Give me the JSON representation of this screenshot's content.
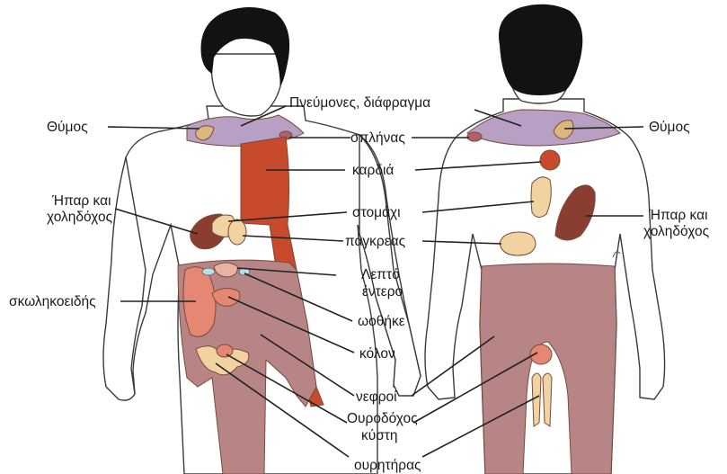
{
  "labels": {
    "thymus": "Θύμος",
    "lungs": "Πνεύμονες, διάφραγμα",
    "spleen": "σπλήνας",
    "heart": "καρδιά",
    "liver_1": "Ήπαρ και",
    "liver_2": "χοληδόχος",
    "stomach": "στομάχι",
    "pancreas": "πάγκρεας",
    "small_intestine_1": "Λεπτό",
    "small_intestine_2": "έντερο",
    "appendix": "σκωληκοειδής",
    "ovaries": "ωοθήκε",
    "colon": "κόλον",
    "kidneys": "νεφροί",
    "bladder_1": "Ουροδόχος",
    "bladder_2": "κύστη",
    "ureter": "ουρητήρας"
  },
  "colors": {
    "purple_band": "#b7a0c4",
    "maroon_region": "#b78585",
    "heart_red": "#c84a2c",
    "liver_brown": "#8a3e30",
    "beige": "#f0d3a0",
    "salmon": "#e58772",
    "pink_light": "#e8b2a4",
    "hair": "#121212",
    "teal_small": "#b8dede",
    "orange_thymus": "#dbb77e"
  }
}
